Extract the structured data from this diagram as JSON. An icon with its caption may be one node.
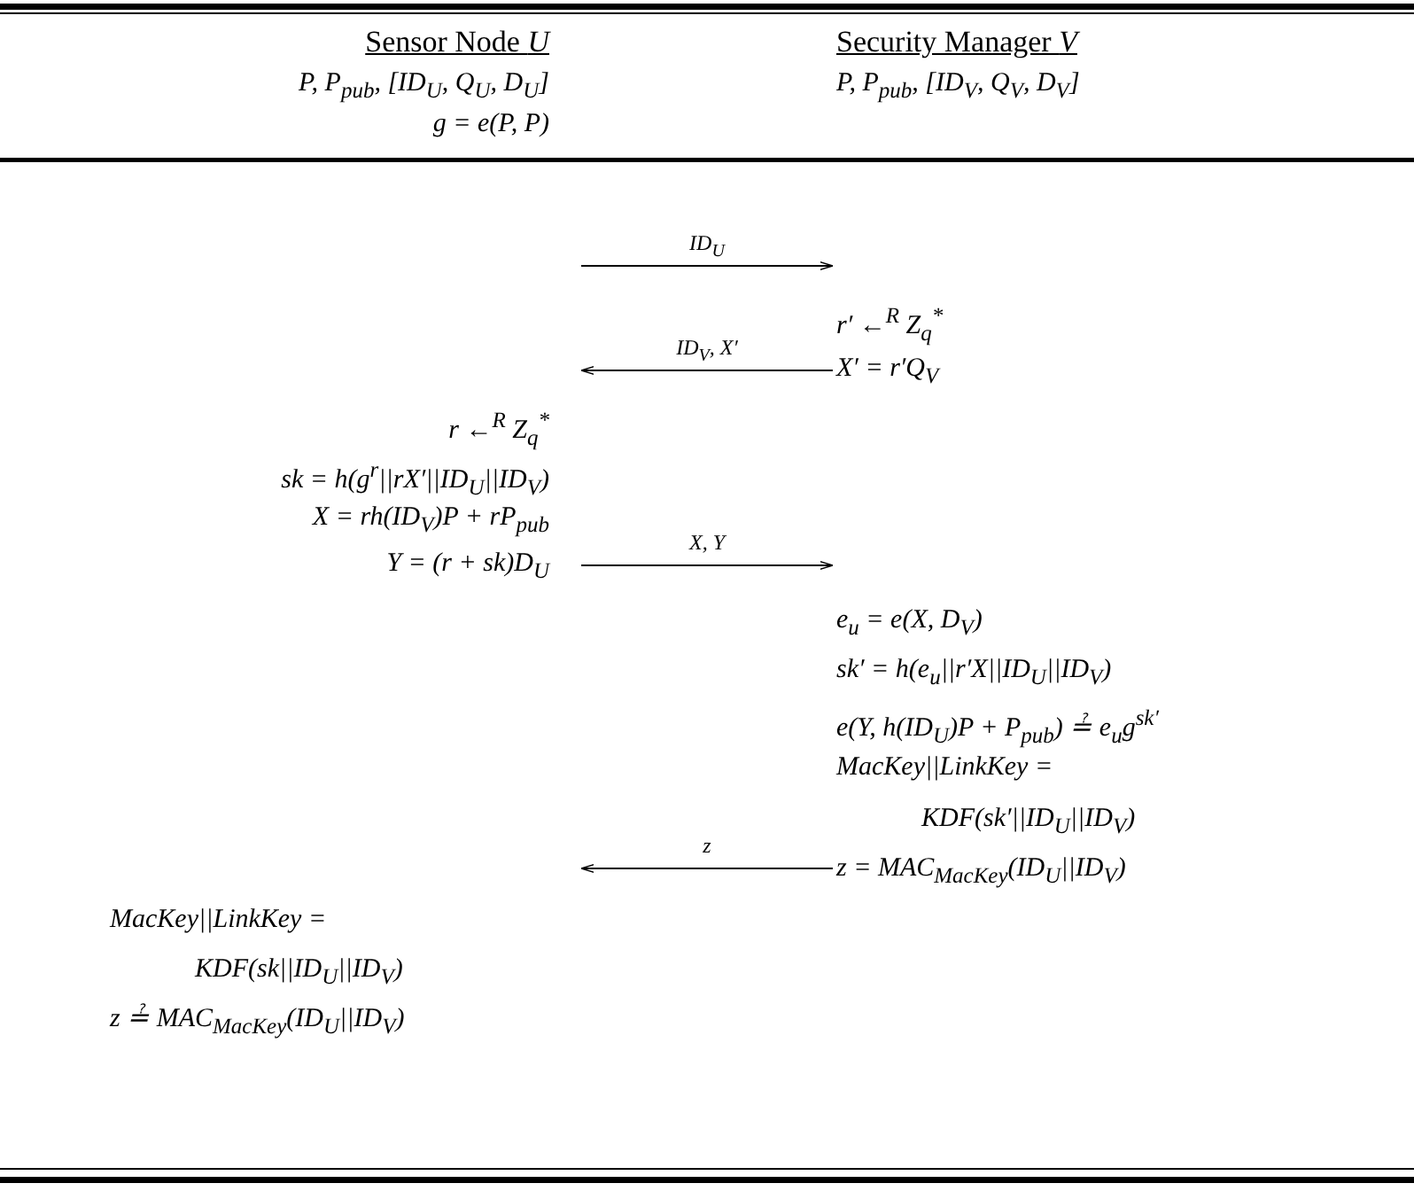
{
  "diagram": {
    "nodes": [
      {
        "text": [
          "Sensor Node *U*",
          "P, P$_{pub}$, [ID$_{U}$, Q$_{U}$, D$_{U}$]",
          "g = e(P, P)",
          "r ←$^{R}$ Z$_{q}$$^{*}$",
          "sk = h(g$^{r}$||rX′||ID$_{U}$||ID$_{V}$)",
          "X = rh(ID$_{V}$)P + rP$_{pub}$",
          "Y = (r + sk)D$_{U}$",
          "MacKey||LinkKey =",
          "KDF(sk||ID$_{U}$||ID$_{V}$)",
          "z ≟ MAC$_{MacKey}$(ID$_{U}$||ID$_{V}$)"
        ]
      },
      {
        "text": [
          "Security Manager *V*",
          "P, P$_{pub}$, [ID$_{V}$, Q$_{V}$, D$_{V}$]",
          "r′ ←$^{R}$ Z$_{q}$$^{*}$",
          "X′ = r′Q$_{V}$",
          "e$_{u}$ = e(X, D$_{V}$)",
          "sk′ = h(e$_{u}$||r′X||ID$_{U}$||ID$_{V}$)",
          "e(Y, h(ID$_{U}$)P + P$_{pub}$) ≟ e$_{u}$g$^{sk′}$",
          "MacKey||LinkKey =",
          "KDF(sk′||ID$_{U}$||ID$_{V}$)",
          "z = MAC$_{MacKey}$(ID$_{U}$||ID$_{V}$)"
        ]
      }
    ],
    "edges": [
      {
        "from": 0,
        "to": 1,
        "arrow": "to",
        "label": "ID$_{U}$"
      },
      {
        "from": 1,
        "to": 0,
        "arrow": "to",
        "label": "ID$_{V}$, X′"
      },
      {
        "from": 0,
        "to": 1,
        "arrow": "to",
        "label": "X, Y"
      },
      {
        "from": 1,
        "to": 0,
        "arrow": "to",
        "label": "z"
      }
    ]
  }
}
